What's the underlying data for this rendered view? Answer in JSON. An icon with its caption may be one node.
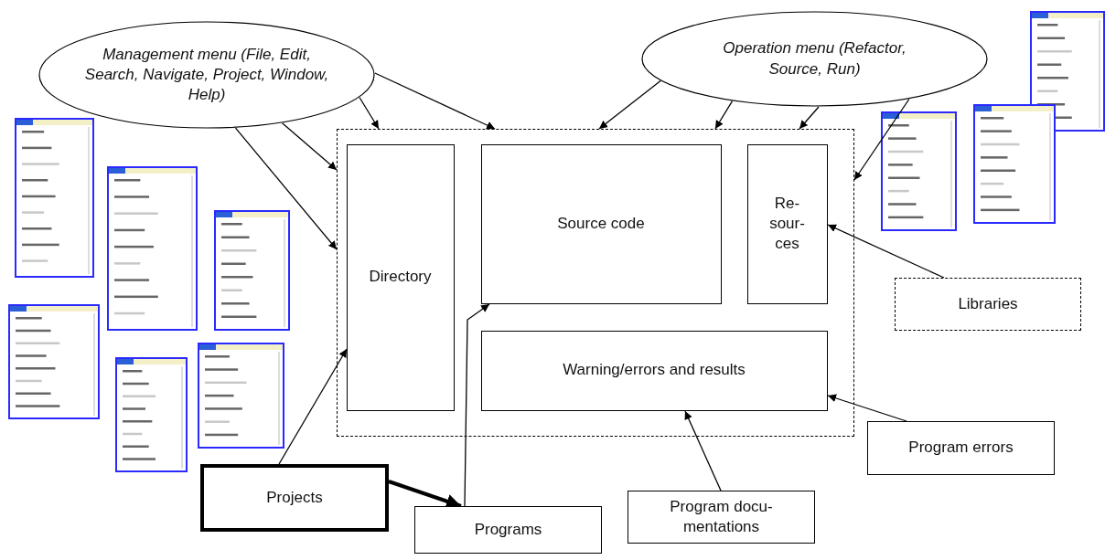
{
  "diagram": {
    "nodes": [
      {
        "text": [
          "Management menu (File, Edit, Search, Navigate, Project, Window, Help)"
        ]
      },
      {
        "text": [
          "Operation menu (Refactor, Source, Run)"
        ]
      },
      {
        "text": [],
        "shape": "box"
      },
      {
        "text": [
          "Directory"
        ],
        "in": 2
      },
      {
        "text": [
          "Source code"
        ],
        "in": 2
      },
      {
        "text": [
          "Re- sour- ces"
        ],
        "in": 2
      },
      {
        "text": [
          "Warning/errors and results"
        ],
        "in": 2
      },
      {
        "text": [
          "Libraries"
        ]
      },
      {
        "text": [
          "Program errors"
        ]
      },
      {
        "text": [
          "Program docu- mentations"
        ]
      },
      {
        "text": [
          "Programs"
        ]
      },
      {
        "text": [
          "Projects"
        ]
      }
    ],
    "edges": [
      {
        "from": 0,
        "to": 2,
        "arrow": "to"
      },
      {
        "from": 0,
        "to": 2,
        "arrow": "to"
      },
      {
        "from": 0,
        "to": 2,
        "arrow": "to"
      },
      {
        "from": 0,
        "to": 2,
        "arrow": "to"
      },
      {
        "from": 1,
        "to": 2,
        "arrow": "to"
      },
      {
        "from": 1,
        "to": 2,
        "arrow": "to"
      },
      {
        "from": 1,
        "to": 2,
        "arrow": "to"
      },
      {
        "from": 1,
        "to": 2,
        "arrow": "to"
      },
      {
        "from": 7,
        "to": 5,
        "arrow": "to"
      },
      {
        "from": 8,
        "to": 6,
        "arrow": "to"
      },
      {
        "from": 9,
        "to": 6,
        "arrow": "to"
      },
      {
        "from": 10,
        "to": 4,
        "arrow": "to"
      },
      {
        "from": 11,
        "to": 3,
        "arrow": "to"
      },
      {
        "from": 11,
        "to": 10,
        "arrow": "to",
        "style": "thick"
      }
    ]
  }
}
